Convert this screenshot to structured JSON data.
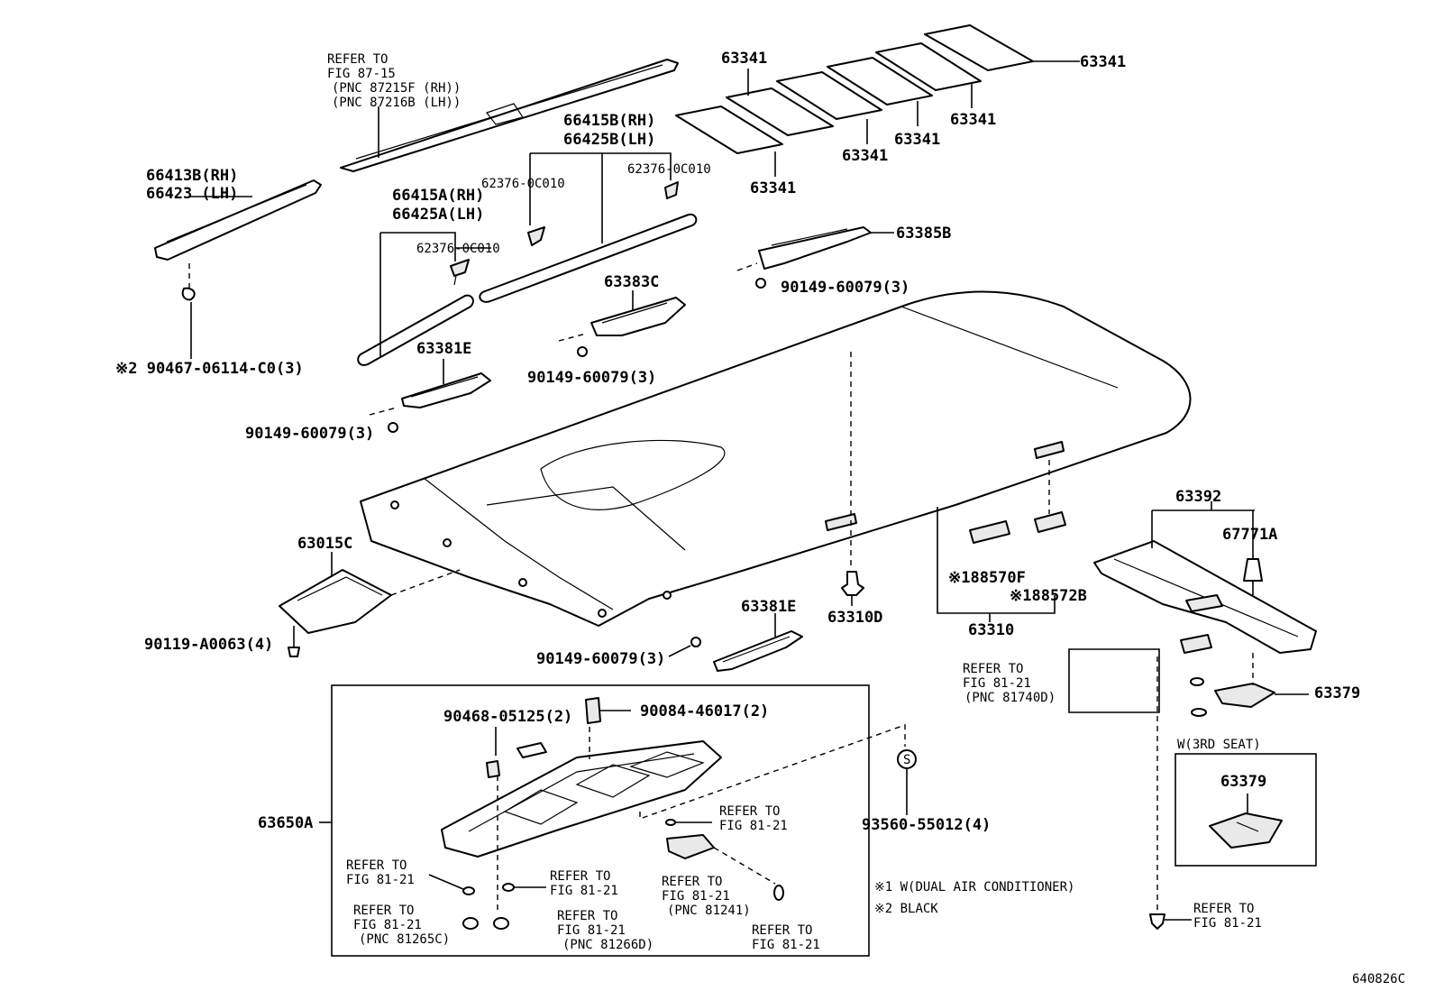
{
  "labels": {
    "refer_87_15_a": "REFER TO",
    "refer_87_15_b": "FIG 87-15",
    "refer_87_15_c": "(PNC 87215F (RH))",
    "refer_87_15_d": "(PNC 87216B (LH))",
    "p66413b": "66413B(RH)",
    "p66423": "66423  (LH)",
    "p90467": "※2 90467-06114-C0(3)",
    "p66415a": "66415A(RH)",
    "p66425a": "66425A(LH)",
    "p62376_a": "62376-0C010",
    "p62376_b": "62376-0C010",
    "p62376_c": "62376-0C010",
    "p66415b": "66415B(RH)",
    "p66425b": "66425B(LH)",
    "p63341_1": "63341",
    "p63341_2": "63341",
    "p63341_3": "63341",
    "p63341_4": "63341",
    "p63341_5": "63341",
    "p63341_6": "63341",
    "p63385b": "63385B",
    "p90149_a": "90149-60079(3)",
    "p90149_b": "90149-60079(3)",
    "p90149_c": "90149-60079(3)",
    "p90149_d": "90149-60079(3)",
    "p63383c": "63383C",
    "p63381e_a": "63381E",
    "p63381e_b": "63381E",
    "p63015c": "63015C",
    "p90119": "90119-A0063(4)",
    "p63310d": "63310D",
    "p88570f": "※188570F",
    "p88572b": "※188572B",
    "p63310": "63310",
    "p63392": "63392",
    "p67771a": "67771A",
    "refer_81_21_a": "REFER TO",
    "refer_81_21_b": "FIG 81-21",
    "refer_81_21_c": "(PNC 81740D)",
    "p63379": "63379",
    "w3rd": "W(3RD SEAT)",
    "p63379_box": "63379",
    "refer_bottom_a": "REFER TO",
    "refer_bottom_b": "FIG 81-21",
    "p90468": "90468-05125(2)",
    "p90084": "90084-46017(2)",
    "p63650a": "63650A",
    "p93560": "93560-55012(4)",
    "r1_a": "REFER TO",
    "r1_b": "FIG 81-21",
    "r2_a": "REFER TO",
    "r2_b": "FIG 81-21",
    "r3_a": "REFER TO",
    "r3_b": "FIG 81-21",
    "r3_c": "(PNC 81241)",
    "r4_a": "REFER TO",
    "r4_b": "FIG 81-21",
    "r5_a": "REFER TO",
    "r5_b": "FIG 81-21",
    "r5_c": "(PNC 81265C)",
    "r6_a": "REFER TO",
    "r6_b": "FIG 81-21",
    "r6_c": "(PNC 81266D)",
    "r7_a": "REFER TO",
    "r7_b": "FIG 81-21",
    "note1": "※1 W(DUAL AIR CONDITIONER)",
    "note2": "※2 BLACK",
    "s_symbol": "S",
    "figure_code": "640826C"
  }
}
